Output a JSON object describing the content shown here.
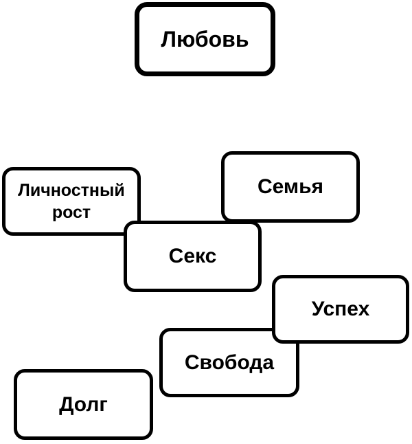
{
  "diagram": {
    "background_color": "#ffffff",
    "card_fill_color": "#ffffff",
    "card_border_color": "#000000",
    "text_color": "#000000",
    "boxes": [
      {
        "id": "lyubov",
        "label": "Любовь",
        "emphasis": "thick-border"
      },
      {
        "id": "lichnostny-rost",
        "label": "Личностный рост"
      },
      {
        "id": "semya",
        "label": "Семья"
      },
      {
        "id": "seks",
        "label": "Секс"
      },
      {
        "id": "uspekh",
        "label": "Успех"
      },
      {
        "id": "svoboda",
        "label": "Свобода"
      },
      {
        "id": "dolg",
        "label": "Долг"
      }
    ]
  }
}
